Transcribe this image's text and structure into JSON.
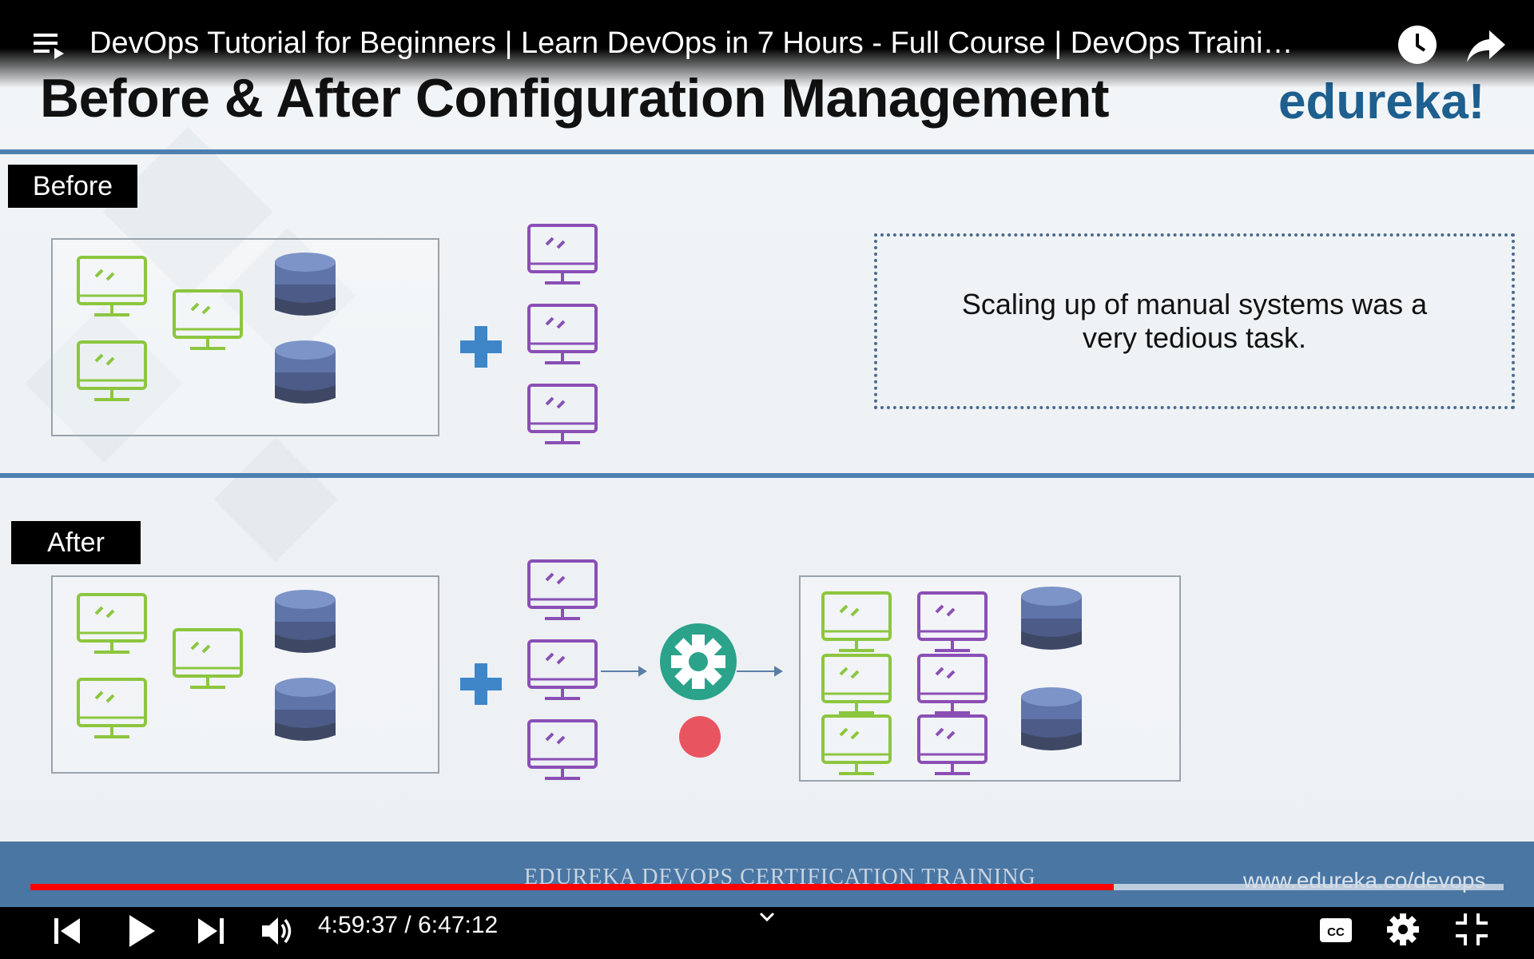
{
  "player": {
    "video_title": "DevOps Tutorial for Beginners | Learn DevOps in 7 Hours - Full Course | DevOps Traini…",
    "current_time": "4:59:37",
    "separator": " / ",
    "duration": "6:47:12",
    "progress_fraction": 0.7356,
    "icons": [
      "playlist-icon",
      "watch-later-icon",
      "share-icon",
      "previous-icon",
      "play-icon",
      "next-icon",
      "volume-icon",
      "chevron-down-icon",
      "captions-icon",
      "settings-icon",
      "exit-fullscreen-icon"
    ],
    "colors": {
      "progress_played": "#ff0000",
      "background": "#000000"
    }
  },
  "slide": {
    "title": "Before & After Configuration Management",
    "brand": "edureka!",
    "before_label": "Before",
    "after_label": "After",
    "before_note": "Scaling up of manual systems was a very tedious task.",
    "footer_left": "EDUREKA DEVOPS CERTIFICATION TRAINING",
    "footer_right": "www.edureka.co/devops",
    "colors": {
      "green_monitor": "#8cc63f",
      "purple_monitor": "#8a4fb5",
      "database": "#4a5a7a",
      "plus": "#3f86c8",
      "gear": "#2aa38a",
      "red_dot": "#e63946"
    }
  }
}
